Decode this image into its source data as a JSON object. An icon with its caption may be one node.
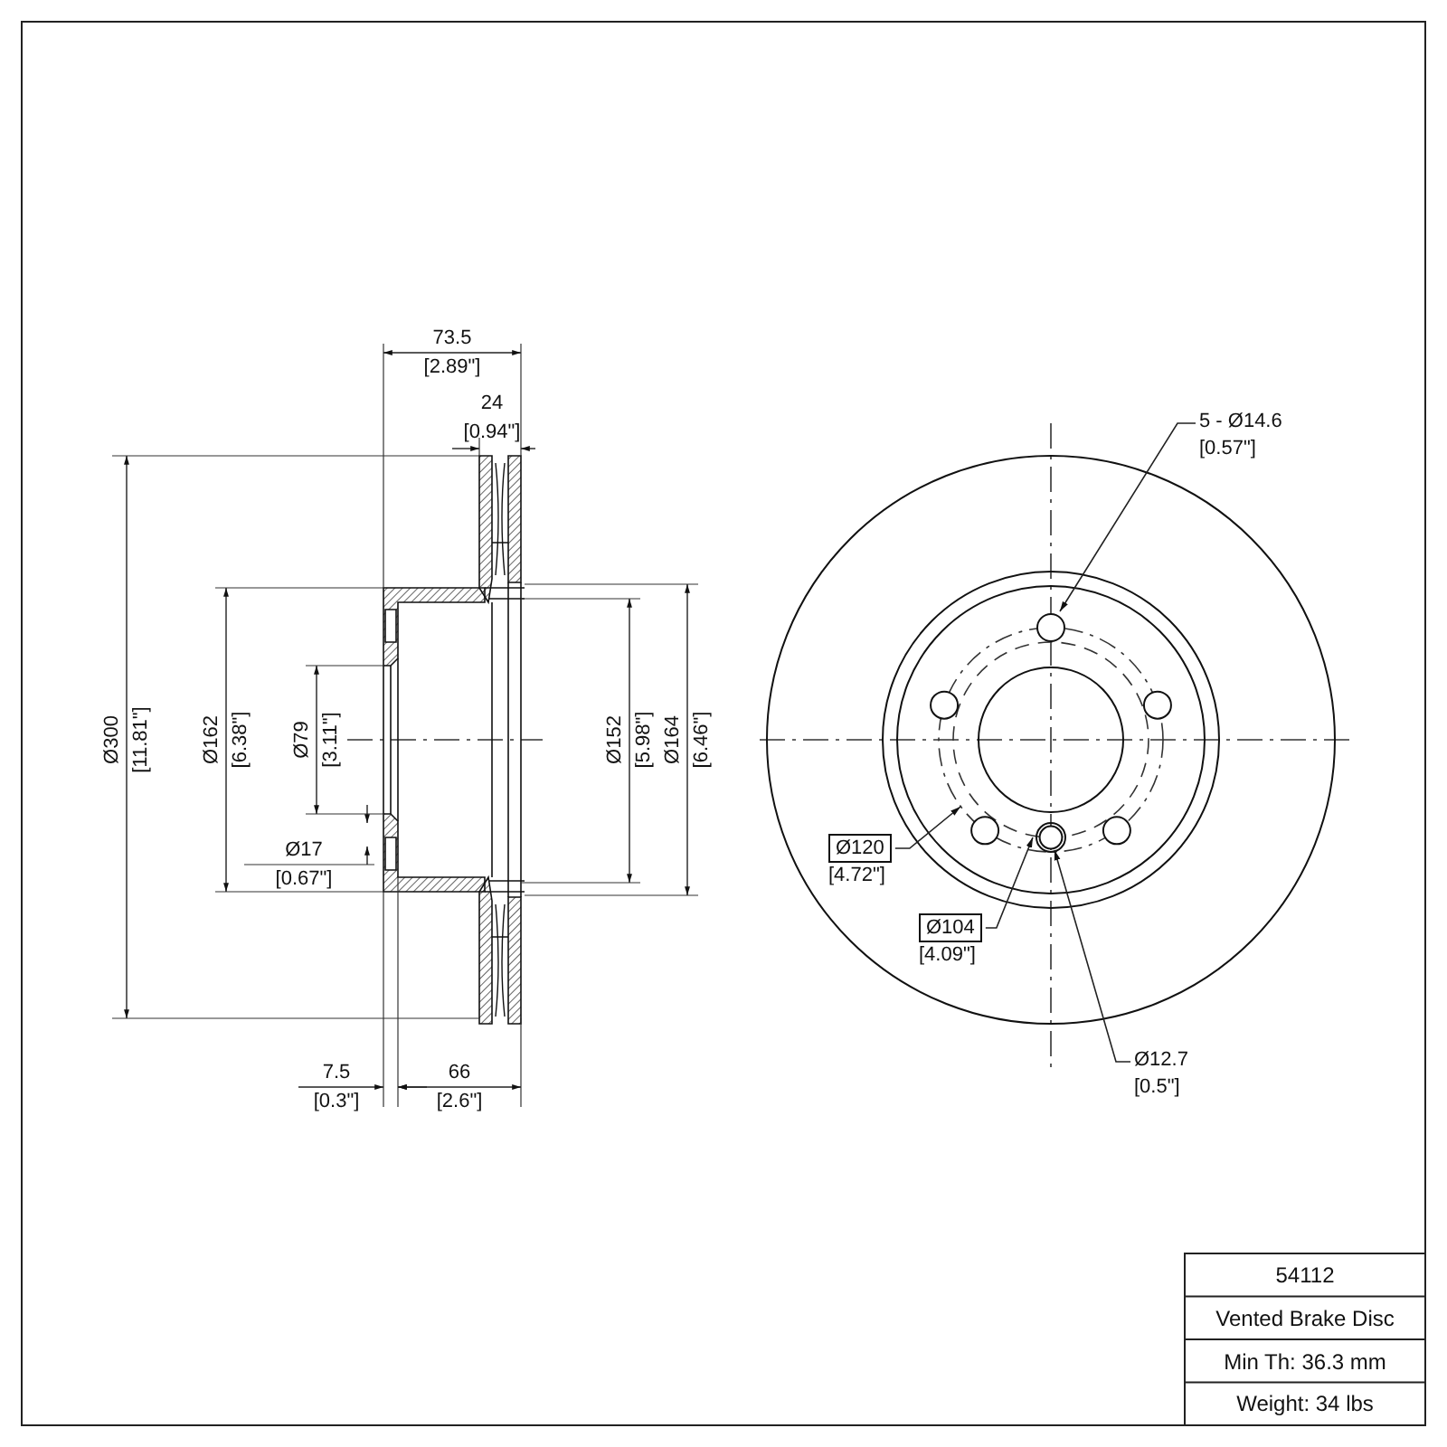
{
  "diagram": {
    "nodes": [
      {
        "text": [
          "5 - Ø14.6",
          "[0.57\"]"
        ]
      },
      {
        "text": [
          "Ø120",
          "[4.72\"]"
        ]
      },
      {
        "text": [
          "Ø104",
          "[4.09\"]"
        ]
      },
      {
        "text": [
          "Ø12.7",
          "[0.5\"]"
        ]
      }
    ],
    "edges": [
      {
        "from": 0,
        "to": null,
        "arrow": "to"
      },
      {
        "from": 1,
        "to": null,
        "arrow": "to"
      },
      {
        "from": 2,
        "to": null,
        "arrow": "to"
      },
      {
        "from": 3,
        "to": null,
        "arrow": "to"
      }
    ],
    "labels": [
      "73.5 [2.89\"]",
      "24 [0.94\"]",
      "Ø300 [11.81\"]",
      "Ø162 [6.38\"]",
      "Ø79 [3.11\"]",
      "Ø152 [5.98\"]",
      "Ø164 [6.46\"]",
      "Ø17 [0.67\"]",
      "7.5 [0.3\"]",
      "66 [2.6\"]",
      "54112",
      "Vented Brake Disc",
      "Min Th: 36.3 mm",
      "Weight: 34 lbs"
    ]
  }
}
